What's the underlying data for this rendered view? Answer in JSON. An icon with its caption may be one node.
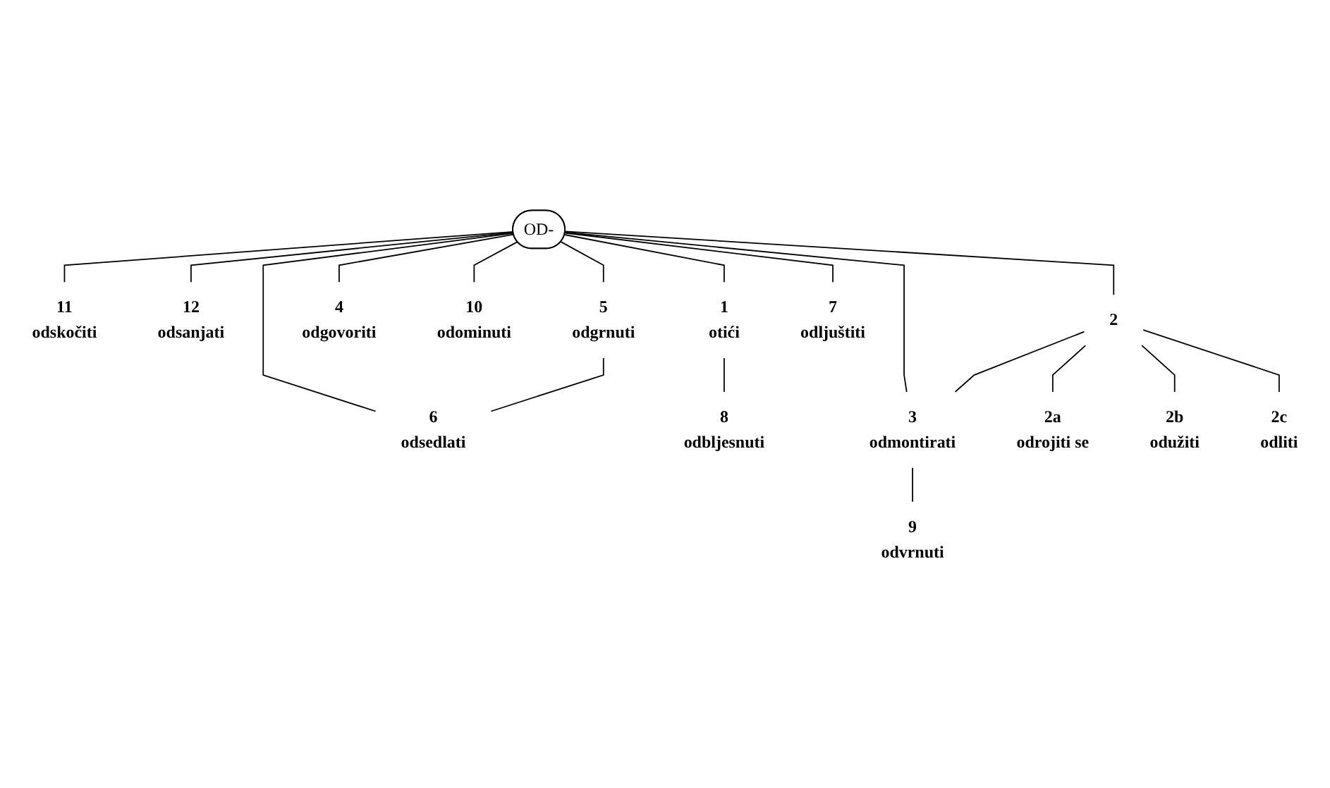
{
  "diagram": {
    "nodes": [
      {
        "text": [
          "OD-"
        ]
      },
      {
        "text": [
          "11",
          "odskočiti"
        ]
      },
      {
        "text": [
          "12",
          "odsanjati"
        ]
      },
      {
        "text": [
          "1",
          "otići"
        ]
      },
      {
        "text": [
          "4",
          "odgovoriti"
        ]
      },
      {
        "text": [
          "10",
          "odominuti"
        ]
      },
      {
        "text": [
          "6",
          "odsedlati"
        ]
      },
      {
        "text": [
          "8",
          "odbljesnuti"
        ]
      },
      {
        "text": [
          "3",
          "odmontirati"
        ]
      },
      {
        "text": [
          "2"
        ]
      },
      {
        "text": [
          "5",
          "odgrnuti"
        ]
      },
      {
        "text": [
          "2a",
          "odrojiti se"
        ]
      },
      {
        "text": [
          "7",
          "odljuštiti"
        ]
      },
      {
        "text": [
          "2b",
          "odužiti"
        ]
      },
      {
        "text": [
          "2c",
          "odliti"
        ]
      },
      {
        "text": [
          "9",
          "odvrnuti"
        ]
      }
    ],
    "edges": [
      {
        "from": 0,
        "to": 1,
        "arrow": "none"
      },
      {
        "from": 0,
        "to": 3,
        "arrow": "none"
      },
      {
        "from": 0,
        "to": 9,
        "arrow": "none"
      },
      {
        "from": 0,
        "to": 8,
        "arrow": "none"
      },
      {
        "from": 0,
        "to": 4,
        "arrow": "none"
      },
      {
        "from": 0,
        "to": 10,
        "arrow": "none"
      },
      {
        "from": 0,
        "to": 6,
        "arrow": "none"
      },
      {
        "from": 0,
        "to": 12,
        "arrow": "none"
      },
      {
        "from": 0,
        "to": 5,
        "arrow": "none"
      },
      {
        "from": 0,
        "to": 2,
        "arrow": "none"
      },
      {
        "from": 3,
        "to": 7,
        "arrow": "none"
      },
      {
        "from": 9,
        "to": 8,
        "arrow": "none"
      },
      {
        "from": 9,
        "to": 11,
        "arrow": "none"
      },
      {
        "from": 9,
        "to": 13,
        "arrow": "none"
      },
      {
        "from": 9,
        "to": 14,
        "arrow": "none"
      },
      {
        "from": 8,
        "to": 15,
        "arrow": "none"
      },
      {
        "from": 10,
        "to": 6,
        "arrow": "none"
      }
    ]
  }
}
